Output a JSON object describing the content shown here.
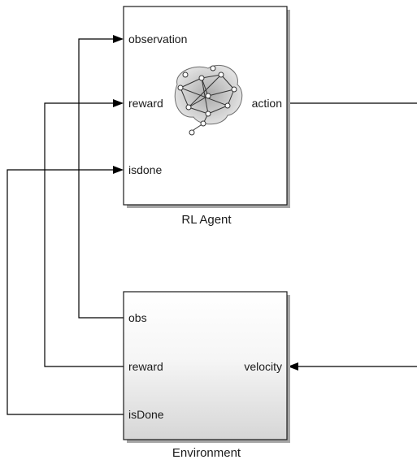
{
  "agent_block": {
    "name": "RL Agent",
    "inports": [
      "observation",
      "reward",
      "isdone"
    ],
    "outport": "action",
    "icon": "neural-network-icon"
  },
  "environment_block": {
    "name": "Environment",
    "outports": [
      "obs",
      "reward",
      "isDone"
    ],
    "inport": "velocity"
  },
  "colors": {
    "line": "#000000",
    "block_border": "#1a1a1a",
    "agent_fill": "#ffffff",
    "env_fill_top": "#ffffff",
    "env_fill_bottom": "#d9d9d9",
    "shadow": "#9a9a9a"
  }
}
